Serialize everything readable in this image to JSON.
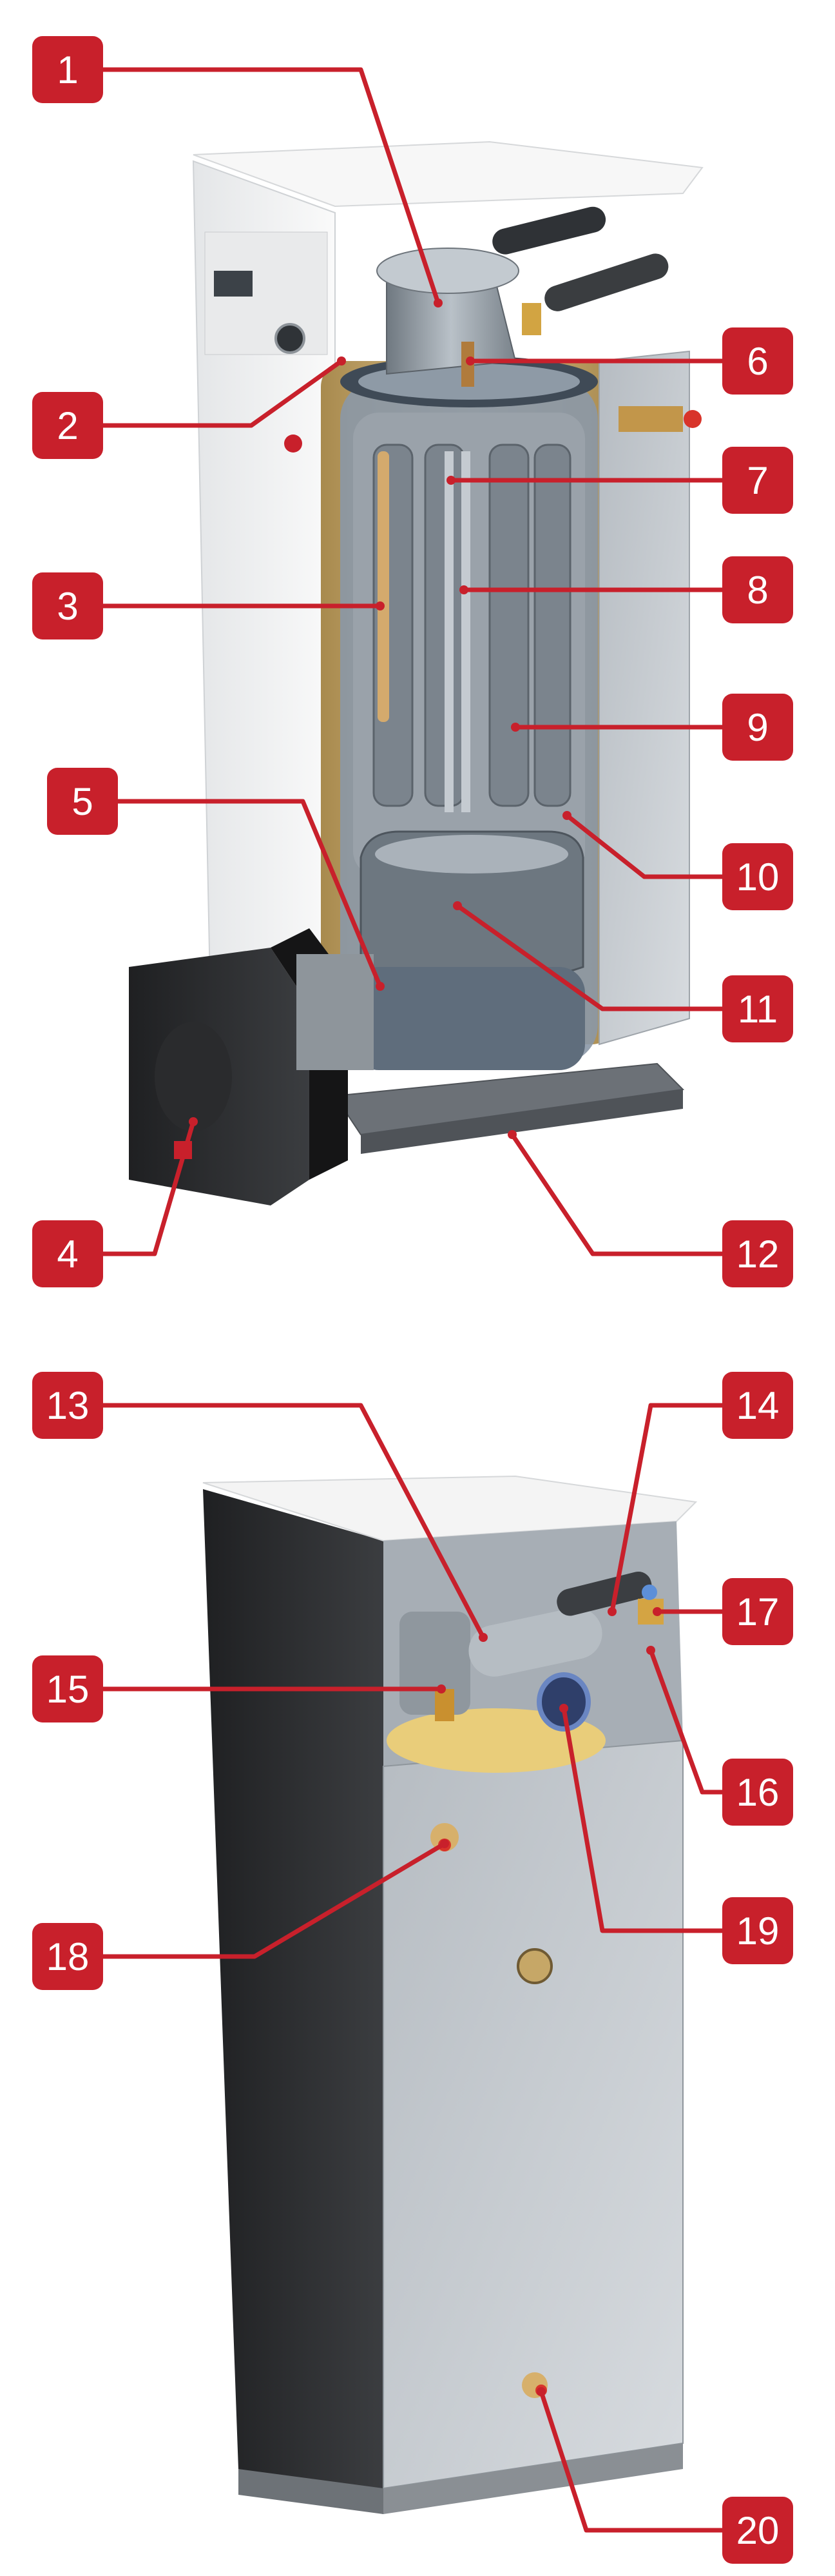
{
  "diagram": {
    "colors": {
      "badge": "#c8202b",
      "leader": "#c8202b",
      "cabinet_white": "#f3f4f5",
      "cabinet_dark": "#2e2f31",
      "steel": "#9aa3ab",
      "insulation": "#c9a86a",
      "burner": "#1e1e1f"
    },
    "top_view": {
      "callouts": [
        {
          "id": "c1",
          "label": "1"
        },
        {
          "id": "c2",
          "label": "2"
        },
        {
          "id": "c3",
          "label": "3"
        },
        {
          "id": "c4",
          "label": "4"
        },
        {
          "id": "c5",
          "label": "5"
        },
        {
          "id": "c6",
          "label": "6"
        },
        {
          "id": "c7",
          "label": "7"
        },
        {
          "id": "c8",
          "label": "8"
        },
        {
          "id": "c9",
          "label": "9"
        },
        {
          "id": "c10",
          "label": "10"
        },
        {
          "id": "c11",
          "label": "11"
        },
        {
          "id": "c12",
          "label": "12"
        }
      ]
    },
    "bottom_view": {
      "callouts": [
        {
          "id": "c13",
          "label": "13"
        },
        {
          "id": "c14",
          "label": "14"
        },
        {
          "id": "c15",
          "label": "15"
        },
        {
          "id": "c16",
          "label": "16"
        },
        {
          "id": "c17",
          "label": "17"
        },
        {
          "id": "c18",
          "label": "18"
        },
        {
          "id": "c19",
          "label": "19"
        },
        {
          "id": "c20",
          "label": "20"
        }
      ]
    }
  }
}
